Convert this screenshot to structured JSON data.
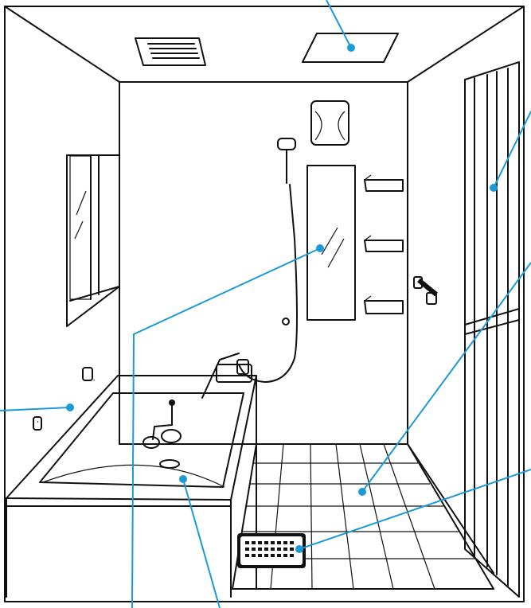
{
  "figure": {
    "subject": "bathroom-unit-illustration",
    "palette": {
      "line": "#111111",
      "callout": "#1b9ad6",
      "glass": "#d9d9d9",
      "water": "#e6e6e6",
      "tile": "#eeeeee"
    }
  },
  "callouts": [
    {
      "part": "ceiling-panel",
      "icon": "ceiling-panel-icon"
    },
    {
      "part": "door",
      "icon": "door-icon"
    },
    {
      "part": "floor-tile",
      "icon": "floor-icon"
    },
    {
      "part": "drain-cover",
      "icon": "drain-icon"
    },
    {
      "part": "grab-bar",
      "icon": "grab-bar-icon"
    },
    {
      "part": "mirror",
      "icon": "mirror-icon"
    },
    {
      "part": "bathtub",
      "icon": "bathtub-icon"
    }
  ]
}
